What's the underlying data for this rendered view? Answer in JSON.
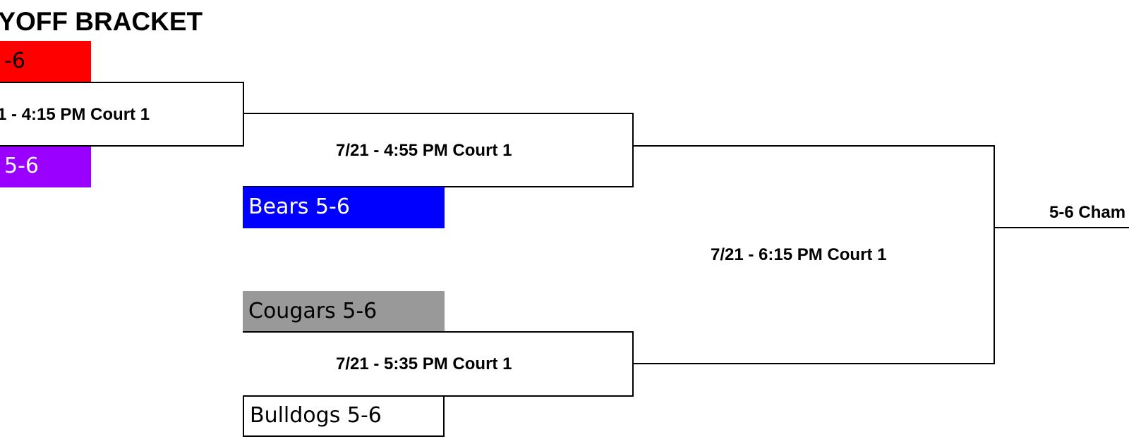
{
  "title": "AYOFF BRACKET",
  "colors": {
    "red": "#ff0000",
    "purple": "#9900ff",
    "blue": "#0000ff",
    "gray": "#999999",
    "white": "#ffffff",
    "line": "#000000"
  },
  "teams": {
    "top_red": "-6",
    "top_purple": "5-6",
    "bears": "Bears 5-6",
    "cougars": "Cougars 5-6",
    "bulldogs": "Bulldogs 5-6"
  },
  "games": {
    "round1_game1": "1 - 4:15 PM Court 1",
    "round2_game1": "7/21 - 4:55 PM Court 1",
    "round2_game2": "7/21 - 5:35 PM Court 1",
    "final": "7/21 - 6:15 PM Court 1",
    "champion": "5-6 Cham"
  }
}
